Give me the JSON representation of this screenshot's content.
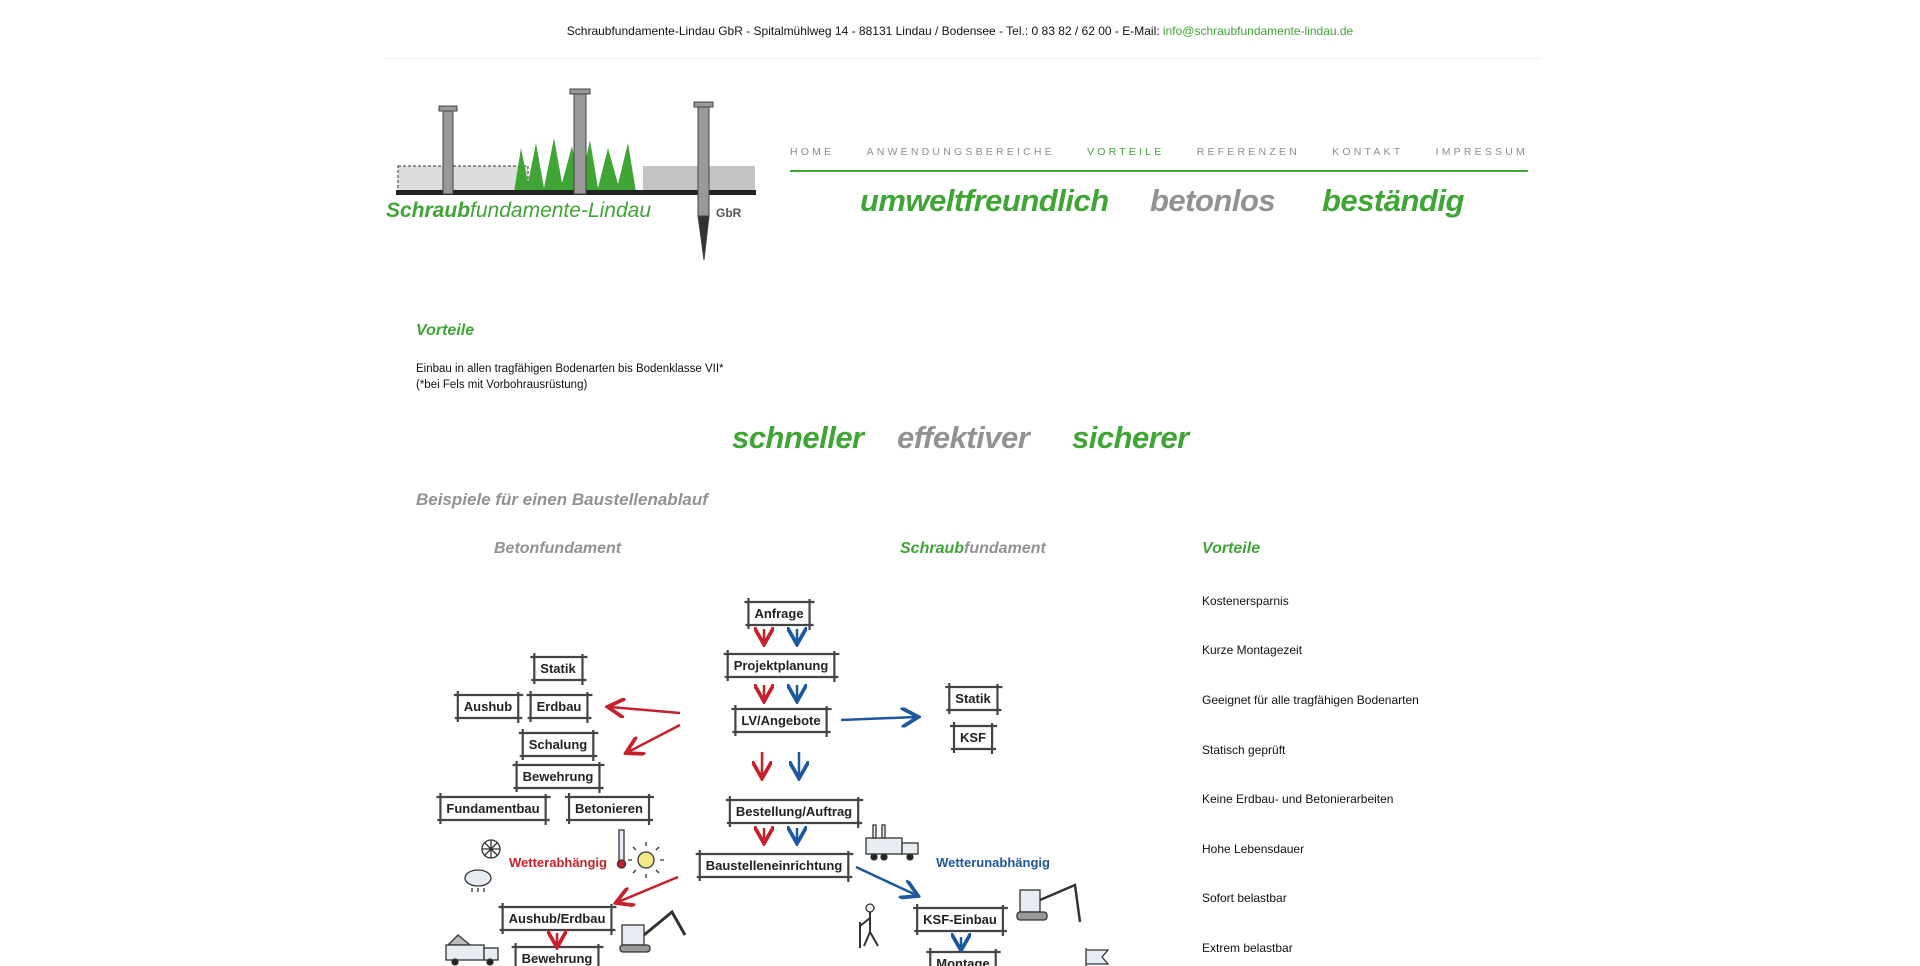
{
  "header": {
    "contact_text": "Schraubfundamente-Lindau GbR - Spitalmühlweg 14 - 88131 Lindau / Bodensee - Tel.: 0 83 82 / 62 00 - E-Mail: ",
    "email": "info@schraubfundamente-lindau.de"
  },
  "logo": {
    "name": "Schraubfundamente-Lindau",
    "suffix": "GbR"
  },
  "nav": [
    {
      "label": "HOME"
    },
    {
      "label": "ANWENDUNGSBEREICHE"
    },
    {
      "label": "VORTEILE",
      "active": true
    },
    {
      "label": "REFERENZEN"
    },
    {
      "label": "KONTAKT"
    },
    {
      "label": "IMPRESSUM"
    }
  ],
  "taglines": [
    "umweltfreundlich",
    "betonlos",
    "beständig"
  ],
  "main": {
    "title": "Vorteile",
    "text1": "Einbau in allen tragfähigen Bodenarten bis Bodenklasse VII*",
    "text2": "(*bei Fels mit Vorbohrausrüstung)",
    "slogans": [
      "schneller",
      "effektiver",
      "sicherer"
    ],
    "section_title": "Beispiele für einen Baustellenablauf",
    "col_beton": "Betonfundament",
    "col_schraub_a": "Schraub",
    "col_schraub_b": "fundament",
    "col_vorteile": "Vorteile",
    "vorteile": [
      "Kostenersparnis",
      "Kurze Montagezeit",
      "Geeignet für alle tragfähigen Bodenarten",
      "Statisch geprüft",
      "Keine Erdbau- und Betonierarbeiten",
      "Hohe Lebensdauer",
      "Sofort belastbar",
      "Extrem belastbar"
    ]
  },
  "diagram": {
    "anfrage": "Anfrage",
    "projektplanung": "Projektplanung",
    "lv": "LV/Angebote",
    "statik_l": "Statik",
    "aushub": "Aushub",
    "erdbau": "Erdbau",
    "schalung": "Schalung",
    "bewehrung": "Bewehrung",
    "fundamentbau": "Fundamentbau",
    "betonieren": "Betonieren",
    "statik_r": "Statik",
    "ksf": "KSF",
    "bestellung": "Bestellung/Auftrag",
    "baustelle": "Baustelleneinrichtung",
    "wetterabh": "Wetterabhängig",
    "wetterunabh": "Wetterunabhängig",
    "aushub_erdbau": "Aushub/Erdbau",
    "bewehrung2": "Bewehrung",
    "ksf_einbau": "KSF-Einbau",
    "montage": "Montage"
  },
  "colors": {
    "green": "#3fa535",
    "grey": "#929292",
    "red": "#c8202a",
    "blue": "#1d57a0"
  }
}
